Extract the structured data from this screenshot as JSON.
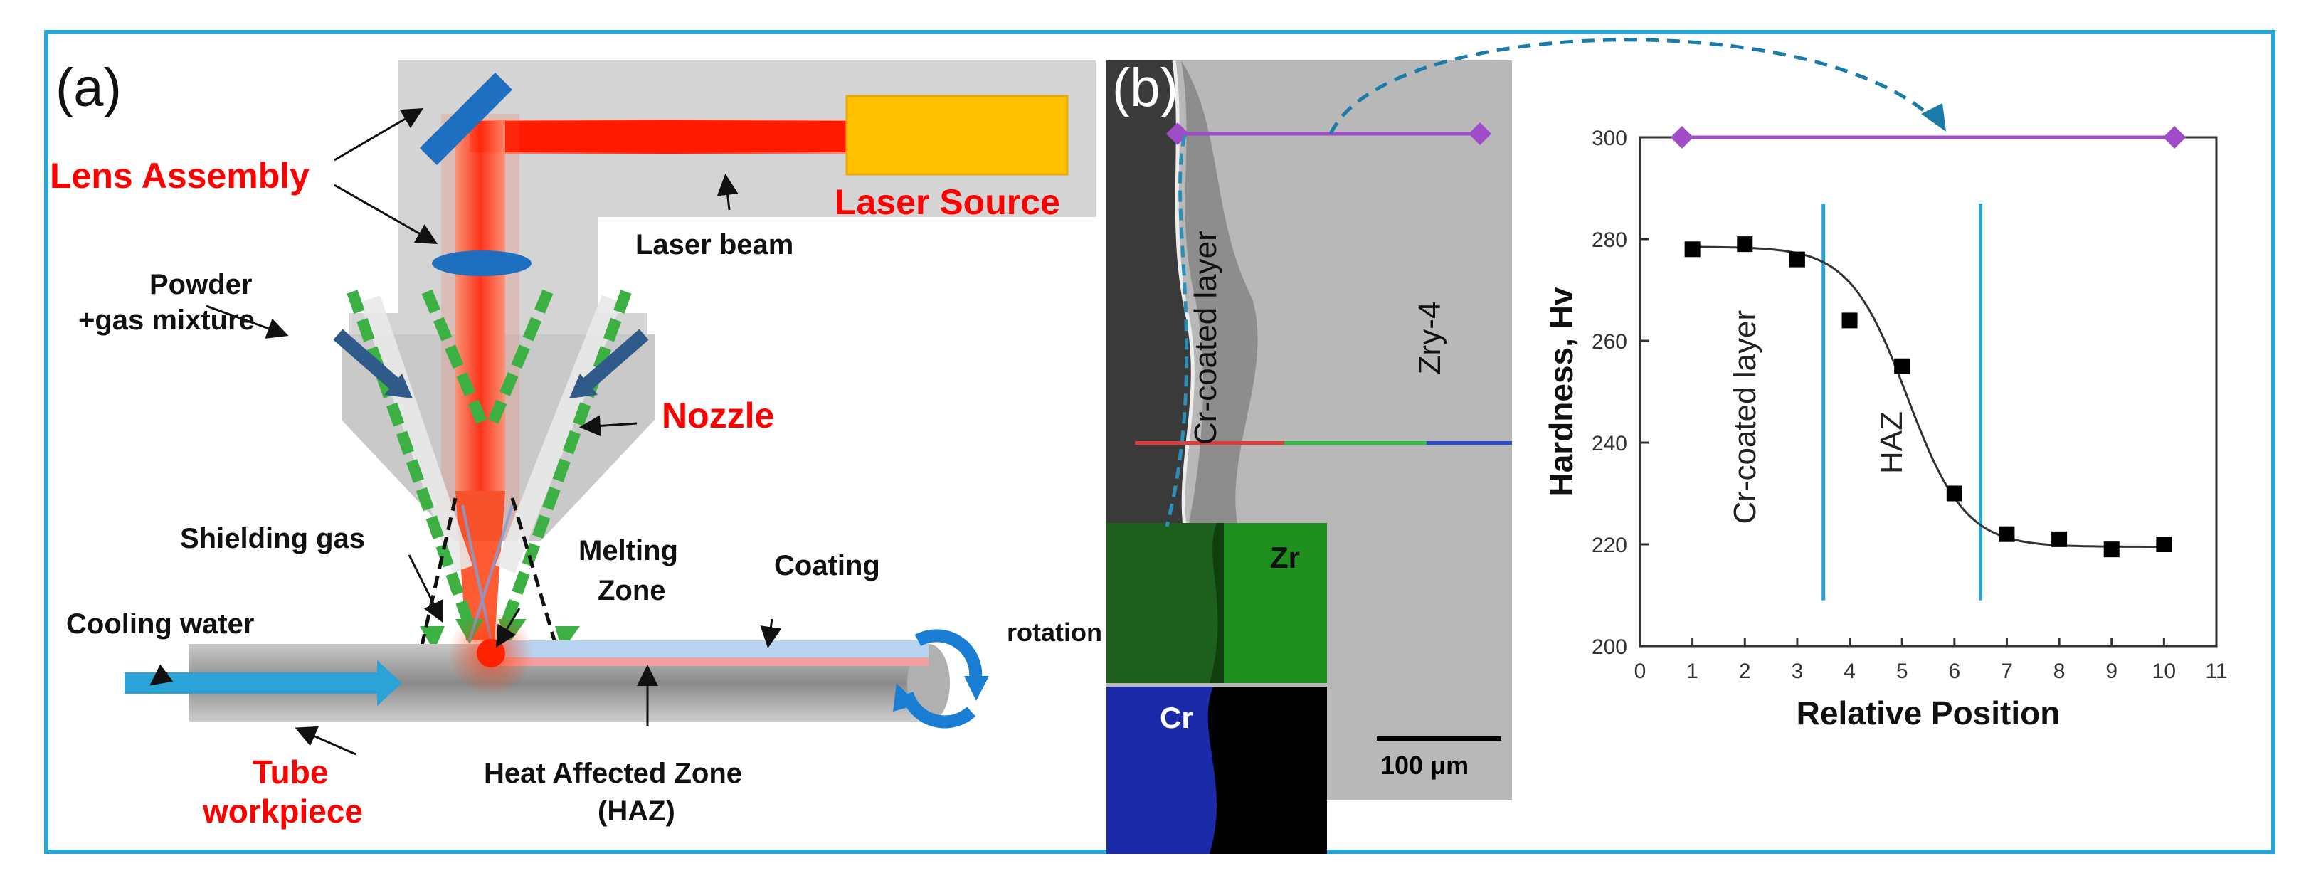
{
  "panel_a": {
    "label": "(a)",
    "lens_assembly": "Lens Assembly",
    "laser_source": "Laser Source",
    "laser_beam": "Laser beam",
    "powder_line1": "Powder",
    "powder_line2": "+gas mixture",
    "nozzle": "Nozzle",
    "shielding_gas": "Shielding gas",
    "melting_line1": "Melting",
    "melting_line2": "Zone",
    "coating": "Coating",
    "cooling_water": "Cooling water",
    "rotation": "rotation",
    "tube_line1": "Tube",
    "tube_line2": "workpiece",
    "haz_line1": "Heat Affected Zone",
    "haz_line2": "(HAZ)"
  },
  "panel_b": {
    "label": "(b)",
    "cr_coated_layer": "Cr-coated layer",
    "zry4": "Zry-4",
    "zr": "Zr",
    "cr": "Cr",
    "scale_bar": "100 μm"
  },
  "colors": {
    "frame": "#2aa3d6",
    "laser": "#ff1a00",
    "lens": "#1e6fc0",
    "laser_source": "#ffc000",
    "powder_arrow": "#3cb043",
    "gas_arrow": "#2f5a8a",
    "cooling_arrow": "#2aa3d6",
    "marker_line": "#a04cc8",
    "zr_map": "#1f8f1f",
    "cr_map": "#1a2aa8"
  },
  "chart_data": {
    "type": "scatter",
    "xlabel": "Relative Position",
    "ylabel": "Hardness, Hv",
    "xlim": [
      0,
      11
    ],
    "ylim": [
      200,
      300
    ],
    "xticks": [
      0,
      1,
      2,
      3,
      4,
      5,
      6,
      7,
      8,
      9,
      10,
      11
    ],
    "yticks": [
      200,
      220,
      240,
      260,
      280,
      300
    ],
    "grid": false,
    "points": {
      "x": [
        1,
        2,
        3,
        4,
        5,
        6,
        7,
        8,
        9,
        10
      ],
      "y": [
        278,
        279,
        276,
        264,
        255,
        230,
        222,
        221,
        219,
        220
      ]
    },
    "boundaries_x": [
      3.5,
      6.5
    ],
    "region_labels": [
      "Cr-coated layer",
      "HAZ"
    ],
    "indent_line": {
      "x": [
        0.8,
        10.2
      ],
      "y": 300
    }
  }
}
